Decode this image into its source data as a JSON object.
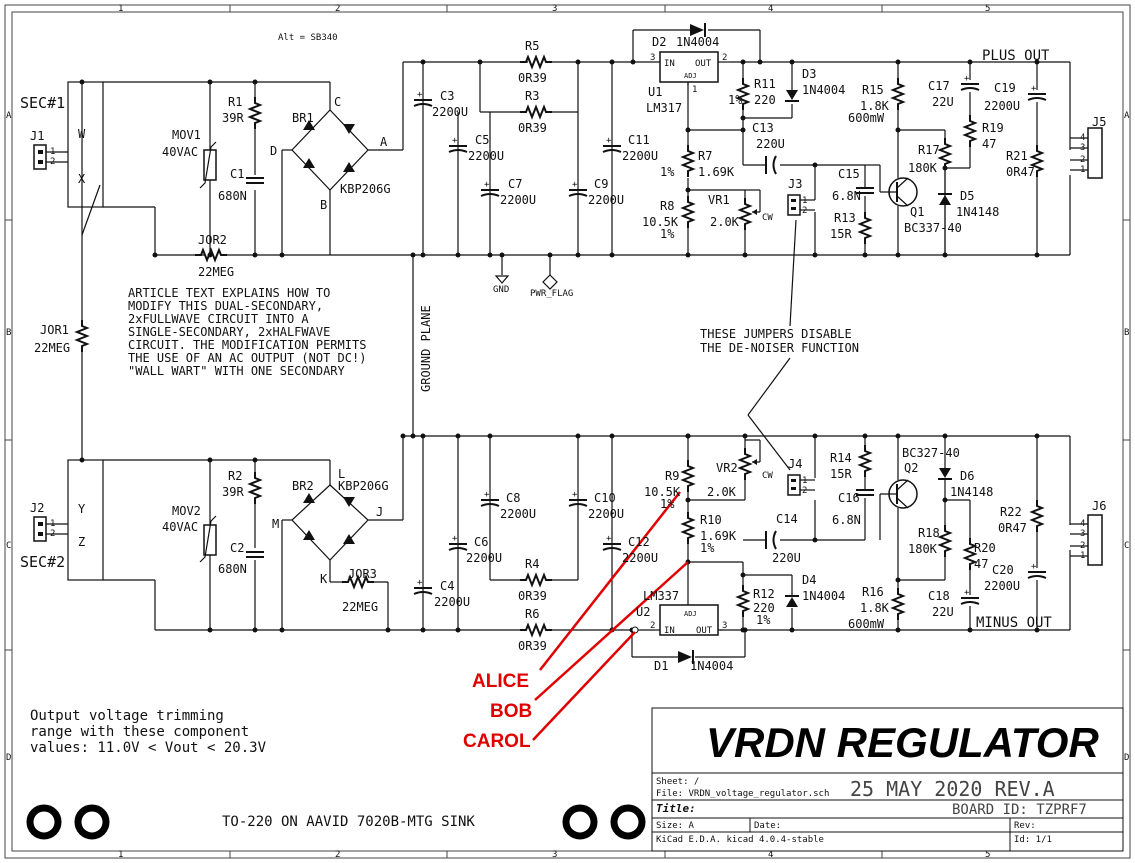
{
  "border": {
    "cols": [
      "1",
      "2",
      "3",
      "4",
      "5"
    ],
    "rows": [
      "A",
      "B",
      "C",
      "D"
    ]
  },
  "notes": {
    "alt": "Alt = SB340",
    "article": [
      "ARTICLE TEXT EXPLAINS HOW TO",
      "MODIFY THIS DUAL-SECONDARY,",
      "2xFULLWAVE CIRCUIT INTO A",
      "SINGLE-SECONDARY, 2xHALFWAVE",
      "CIRCUIT.  THE MODIFICATION PERMITS",
      "THE USE OF AN AC OUTPUT (NOT DC!)",
      "\"WALL WART\" WITH ONE SECONDARY"
    ],
    "jumpers": [
      "THESE JUMPERS DISABLE",
      "THE DE-NOISER FUNCTION"
    ],
    "ground_plane": "GROUND PLANE",
    "trim": [
      "Output voltage trimming",
      "range with these component",
      "values:  11.0V < Vout < 20.3V"
    ],
    "sink": "TO-220 ON AAVID 7020B-MTG SINK"
  },
  "nets": {
    "plus_out": "PLUS OUT",
    "minus_out": "MINUS OUT",
    "gnd": "GND",
    "pwr_flag": "PWR_FLAG",
    "sec1": "SEC#1",
    "sec2": "SEC#2"
  },
  "callouts": [
    "ALICE",
    "BOB",
    "CAROL"
  ],
  "title_block": {
    "title": "VRDN  REGULATOR",
    "sheet": "Sheet: /",
    "file": "File: VRDN_voltage_regulator.sch",
    "date_rev": "25 MAY 2020  REV.A",
    "board_id": "BOARD ID: TZPRF7",
    "title_label": "Title:",
    "size": "Size: A",
    "date": "Date:",
    "rev": "Rev:",
    "kicad": "KiCad E.D.A.  kicad 4.0.4-stable",
    "id": "Id: 1/1"
  },
  "components": {
    "j1": "J1",
    "j2": "J2",
    "j3": "J3",
    "j4": "J4",
    "j5": "J5",
    "j6": "J6",
    "w": "W",
    "x": "X",
    "y": "Y",
    "z": "Z",
    "mov1": [
      "MOV1",
      "40VAC"
    ],
    "mov2": [
      "MOV2",
      "40VAC"
    ],
    "r1": [
      "R1",
      "39R"
    ],
    "r2": [
      "R2",
      "39R"
    ],
    "c1": [
      "C1",
      "680N"
    ],
    "c2": [
      "C2",
      "680N"
    ],
    "br1": [
      "BR1",
      "KBP206G"
    ],
    "br2": [
      "BR2",
      "KBP206G"
    ],
    "br1_pins": [
      "C",
      "D",
      "A",
      "B"
    ],
    "br2_pins": [
      "L",
      "M",
      "J",
      "K"
    ],
    "jor1": [
      "JOR1",
      "22MEG"
    ],
    "jor2": [
      "JOR2",
      "22MEG"
    ],
    "jor3": [
      "JOR3",
      "22MEG"
    ],
    "c3": [
      "C3",
      "2200U"
    ],
    "c4": [
      "C4",
      "2200U"
    ],
    "c5": [
      "C5",
      "2200U"
    ],
    "c6": [
      "C6",
      "2200U"
    ],
    "c7": [
      "C7",
      "2200U"
    ],
    "c8": [
      "C8",
      "2200U"
    ],
    "c9": [
      "C9",
      "2200U"
    ],
    "c10": [
      "C10",
      "2200U"
    ],
    "c11": [
      "C11",
      "2200U"
    ],
    "c12": [
      "C12",
      "2200U"
    ],
    "r3": [
      "R3",
      "0R39"
    ],
    "r4": [
      "R4",
      "0R39"
    ],
    "r5": [
      "R5",
      "0R39"
    ],
    "r6": [
      "R6",
      "0R39"
    ],
    "d1": [
      "D1",
      "1N4004"
    ],
    "d2": [
      "D2",
      "1N4004"
    ],
    "d3": [
      "D3",
      "1N4004"
    ],
    "d4": [
      "D4",
      "1N4004"
    ],
    "u1": [
      "U1",
      "LM317"
    ],
    "u2": [
      "U2",
      "LM337"
    ],
    "r7": [
      "R7",
      "1%",
      "1.69K"
    ],
    "r8": [
      "R8",
      "10.5K",
      "1%"
    ],
    "r9": [
      "R9",
      "10.5K",
      "1%"
    ],
    "r10": [
      "R10",
      "1.69K",
      "1%"
    ],
    "r11": [
      "R11",
      "1%",
      "220"
    ],
    "r12": [
      "R12",
      "220",
      "1%"
    ],
    "vr1": [
      "VR1",
      "2.0K"
    ],
    "vr2": [
      "VR2",
      "2.0K"
    ],
    "c13": [
      "C13",
      "220U"
    ],
    "c14": [
      "C14",
      "220U"
    ],
    "c15": [
      "C15",
      "6.8N"
    ],
    "c16": [
      "C16",
      "6.8N"
    ],
    "r13": [
      "R13",
      "15R"
    ],
    "r14": [
      "R14",
      "15R"
    ],
    "r15": [
      "R15",
      "1.8K",
      "600mW"
    ],
    "r16": [
      "R16",
      "1.8K",
      "600mW"
    ],
    "c17": [
      "C17",
      "22U"
    ],
    "c18": [
      "C18",
      "22U"
    ],
    "r17": [
      "R17",
      "180K"
    ],
    "r18": [
      "R18",
      "180K"
    ],
    "r19": [
      "R19",
      "47"
    ],
    "r20": [
      "R20",
      "47"
    ],
    "d5": [
      "D5",
      "1N4148"
    ],
    "d6": [
      "D6",
      "1N4148"
    ],
    "q1": [
      "Q1",
      "BC337-40"
    ],
    "q2": [
      "Q2",
      "BC327-40"
    ],
    "c19": [
      "C19",
      "2200U"
    ],
    "c20": [
      "C20",
      "2200U"
    ],
    "r21": [
      "R21",
      "0R47"
    ],
    "r22": [
      "R22",
      "0R47"
    ],
    "pins": {
      "in": "IN",
      "out": "OUT",
      "adj": "ADJ",
      "one": "1",
      "two": "2",
      "three": "3",
      "four": "4",
      "cw": "CW"
    }
  }
}
